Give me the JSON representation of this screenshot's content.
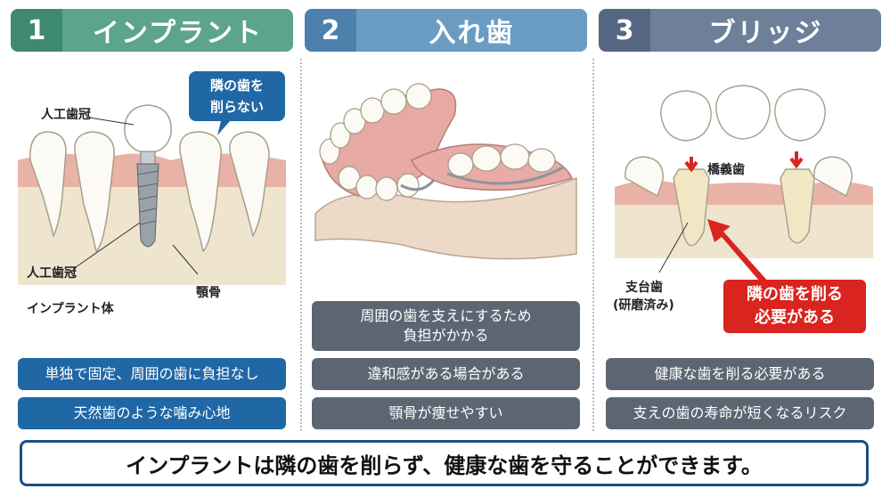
{
  "colors": {
    "green": "#5ca58a",
    "green_dark": "#3e8a70",
    "blue": "#6a9cc3",
    "blue_dark": "#4c80ad",
    "slate": "#6d7f99",
    "slate_dark": "#556682",
    "pill_blue": "#2067a6",
    "pill_gray": "#5c6673",
    "red": "#d9241f"
  },
  "panel1": {
    "number": "1",
    "title": "インプラント",
    "bubble_line1": "隣の歯を",
    "bubble_line2": "削らない",
    "label_crown_top": "人工歯冠",
    "label_crown_bottom": "人工歯冠",
    "label_implant_body": "インプラント体",
    "label_jaw": "顎骨",
    "pills": [
      "単独で固定、周囲の歯に負担なし",
      "天然歯のような噛み心地"
    ]
  },
  "panel2": {
    "number": "2",
    "title": "入れ歯",
    "pill1_line1": "周囲の歯を支えにするため",
    "pill1_line2": "負担がかかる",
    "pills": [
      "違和感がある場合がある",
      "顎骨が痩せやすい"
    ]
  },
  "panel3": {
    "number": "3",
    "title": "ブリッジ",
    "label_pontic": "橋義歯",
    "label_abutment": "支台歯",
    "label_abutment_sub": "(研磨済み)",
    "callout_line1": "隣の歯を削る",
    "callout_line2": "必要がある",
    "pills": [
      "健康な歯を削る必要がある",
      "支えの歯の寿命が短くなるリスク"
    ]
  },
  "bottom_message": "インプラントは隣の歯を削らず、健康な歯を守ることができます。"
}
